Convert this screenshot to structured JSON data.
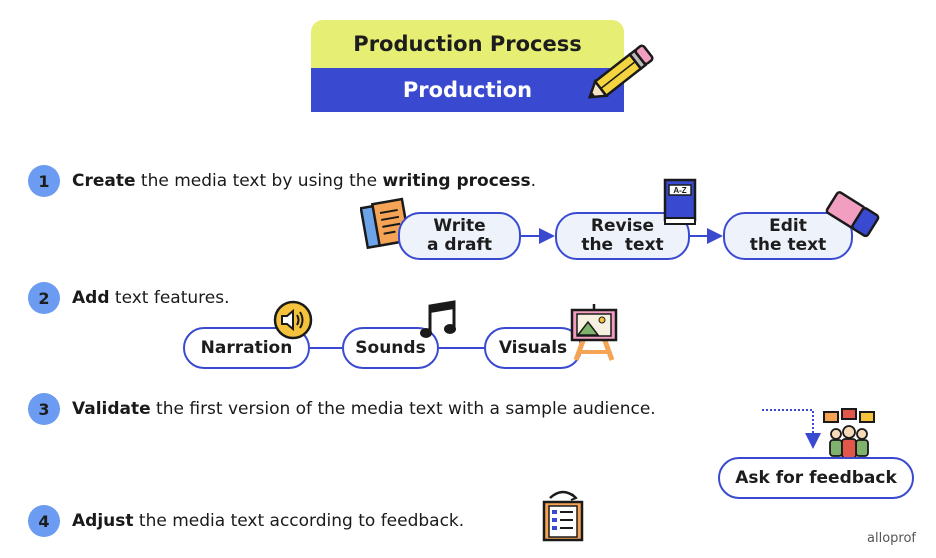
{
  "title": {
    "top": "Production Process",
    "bottom": "Production"
  },
  "steps": [
    {
      "number": "1",
      "bold1": "Create",
      "text1": " the media text by using the ",
      "bold2": "writing process",
      "text2": "."
    },
    {
      "number": "2",
      "bold1": "Add",
      "text1": " text features."
    },
    {
      "number": "3",
      "bold1": "Validate",
      "text1": " the first version of the media text with a sample audience."
    },
    {
      "number": "4",
      "bold1": "Adjust",
      "text1": " the media text according to feedback."
    }
  ],
  "writing": [
    {
      "line1": "Write",
      "line2": "a draft"
    },
    {
      "line1": "Revise",
      "line2": "the  text"
    },
    {
      "line1": "Edit",
      "line2": "the text"
    }
  ],
  "features": [
    "Narration",
    "Sounds",
    "Visuals"
  ],
  "book_label": "A-Z",
  "feedback": "Ask for feedback",
  "brand": "alloprof",
  "colors": {
    "yellow": "#e6ef73",
    "blue": "#3a4ad0",
    "circle": "#6c9cf2",
    "pill_fill": "#eef2fb"
  },
  "icons": [
    "pencil-icon",
    "papers-icon",
    "dictionary-icon",
    "eraser-icon",
    "speaker-icon",
    "music-note-icon",
    "easel-icon",
    "audience-icon",
    "checklist-icon"
  ]
}
